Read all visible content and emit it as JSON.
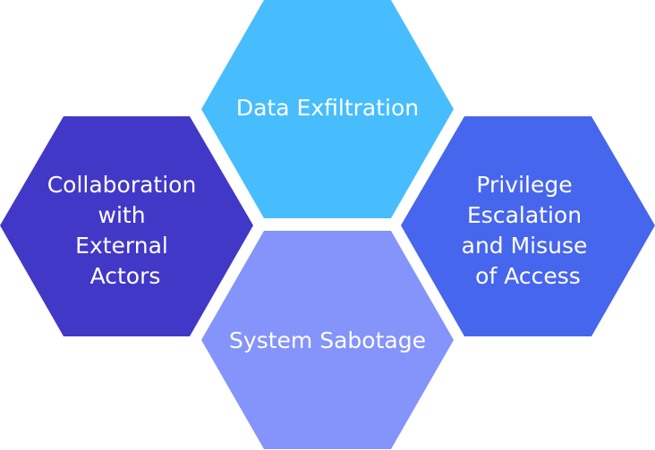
{
  "hexagons": [
    {
      "id": "data-exfiltration",
      "lines": [
        "Data Exfiltration"
      ],
      "color": "#47bdfd"
    },
    {
      "id": "collaboration",
      "lines": [
        "Collaboration",
        "with",
        "External",
        "Actors"
      ],
      "color": "#4238c7"
    },
    {
      "id": "privilege-escalation",
      "lines": [
        "Privilege",
        "Escalation",
        "and Misuse",
        "of Access"
      ],
      "color": "#4766ee"
    },
    {
      "id": "system-sabotage",
      "lines": [
        "System Sabotage"
      ],
      "color": "#8494fa"
    }
  ]
}
